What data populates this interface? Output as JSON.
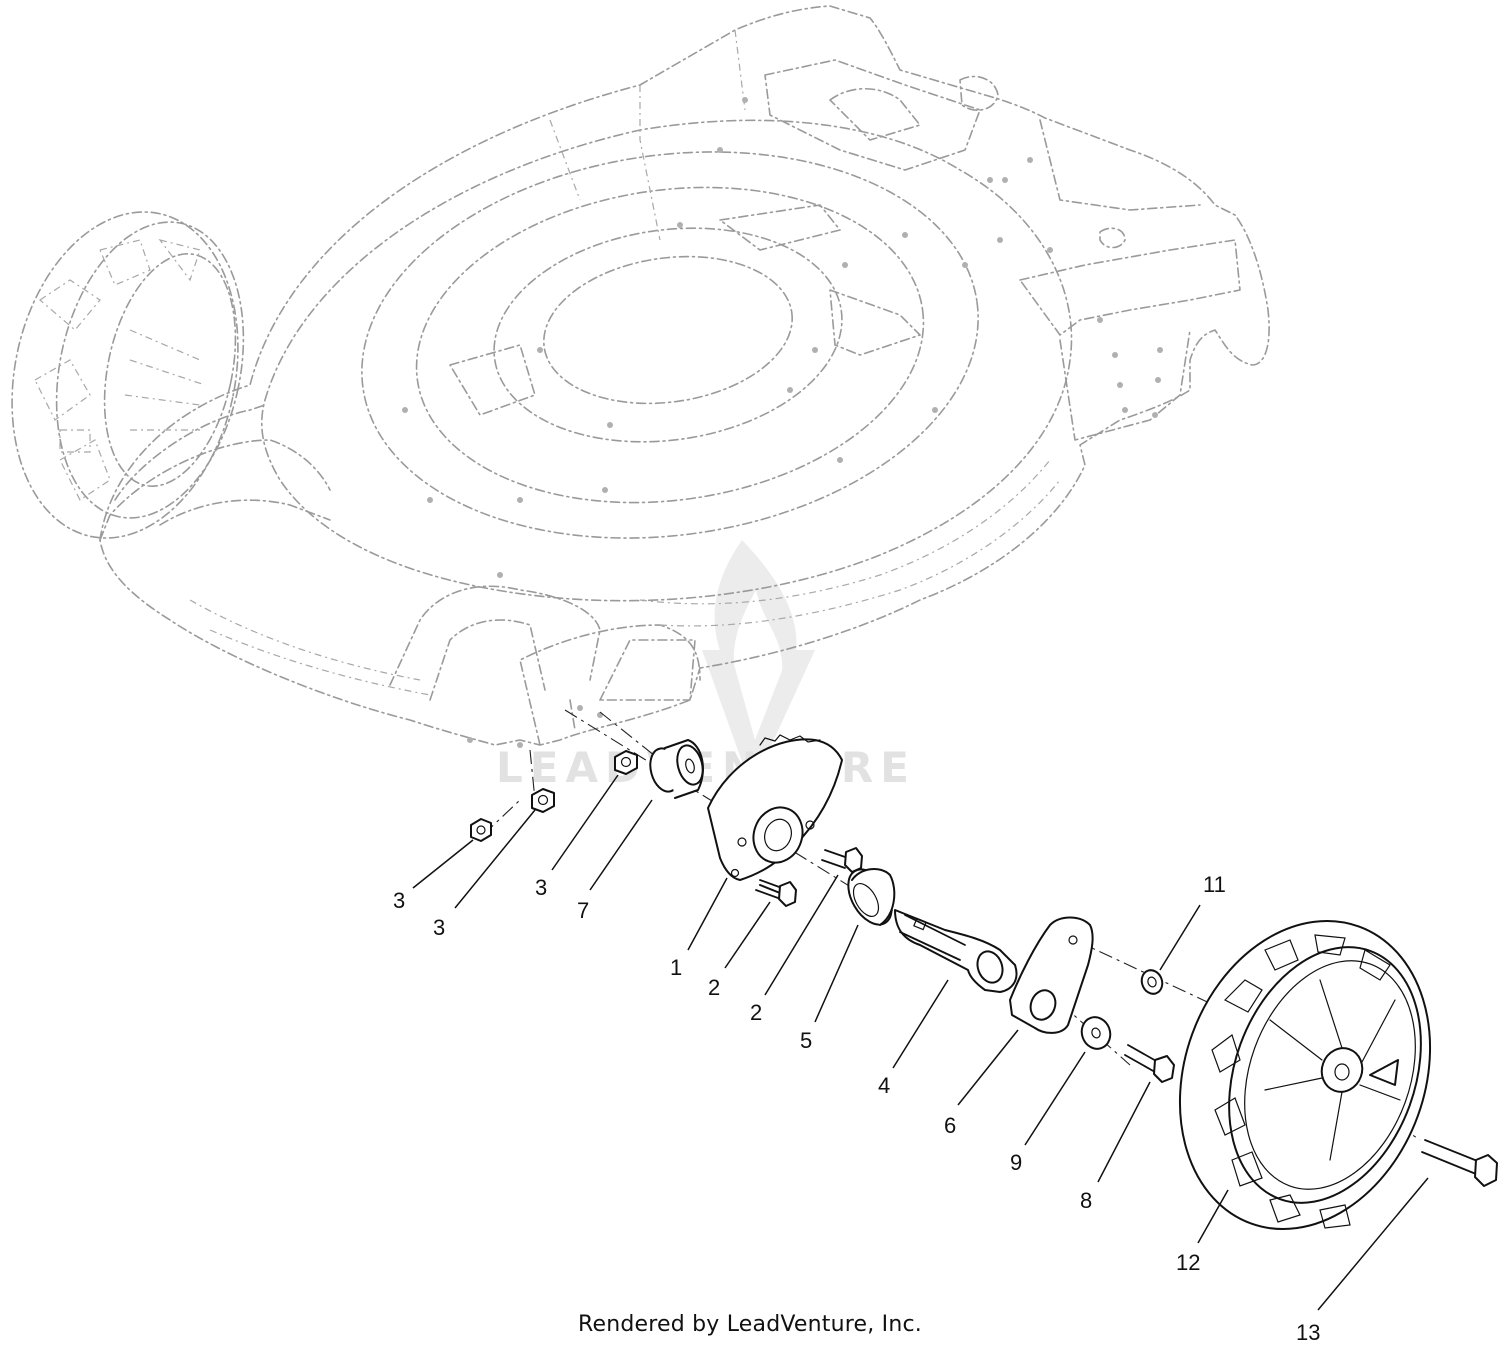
{
  "diagram": {
    "watermark": "LEADVENTURE",
    "footer": "Rendered by LeadVenture, Inc.",
    "callouts": [
      {
        "id": "c3a",
        "label": "3"
      },
      {
        "id": "c3b",
        "label": "3"
      },
      {
        "id": "c3c",
        "label": "3"
      },
      {
        "id": "c7",
        "label": "7"
      },
      {
        "id": "c1",
        "label": "1"
      },
      {
        "id": "c2a",
        "label": "2"
      },
      {
        "id": "c2b",
        "label": "2"
      },
      {
        "id": "c5",
        "label": "5"
      },
      {
        "id": "c4",
        "label": "4"
      },
      {
        "id": "c6",
        "label": "6"
      },
      {
        "id": "c9",
        "label": "9"
      },
      {
        "id": "c8",
        "label": "8"
      },
      {
        "id": "c11",
        "label": "11"
      },
      {
        "id": "c12",
        "label": "12"
      },
      {
        "id": "c13",
        "label": "13"
      }
    ]
  }
}
